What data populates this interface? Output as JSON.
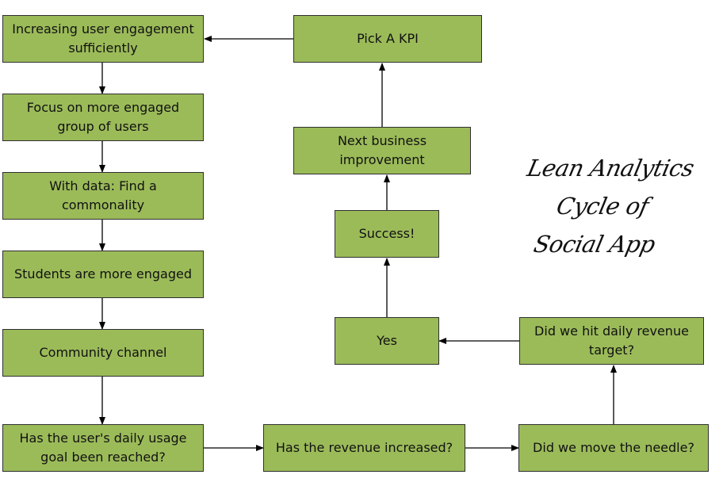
{
  "title": {
    "line1": "Lean Analytics Cycle of",
    "line2": "Social App"
  },
  "nodes": {
    "increasing_engagement": "Increasing user engagement sufficiently",
    "focus_engaged_group": "Focus on more engaged group of users",
    "find_commonality": "With data: Find a commonality",
    "students_engaged": "Students are more engaged",
    "community_channel": "Community channel",
    "daily_usage_goal": "Has the user's daily usage goal been reached?",
    "revenue_increased": "Has the revenue increased?",
    "move_needle": "Did we move the needle?",
    "daily_revenue_target": "Did we hit daily revenue target?",
    "yes": "Yes",
    "success": "Success!",
    "next_improvement": "Next business improvement",
    "pick_kpi": "Pick A KPI"
  }
}
